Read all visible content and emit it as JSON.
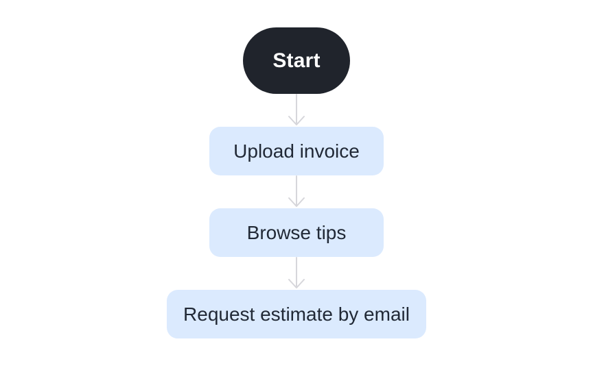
{
  "page": {
    "background_color": "#ffffff"
  },
  "flowchart": {
    "type": "flowchart",
    "direction": "top-down",
    "arrow_color": "#d6d6db",
    "nodes": [
      {
        "id": "start",
        "label": "Start",
        "shape": "stadium",
        "fill": "#20242c",
        "text_color": "#ffffff"
      },
      {
        "id": "upload-invoice",
        "label": "Upload invoice",
        "shape": "rounded-rectangle",
        "fill": "#dbeafe",
        "text_color": "#212936"
      },
      {
        "id": "browse-tips",
        "label": "Browse tips",
        "shape": "rounded-rectangle",
        "fill": "#dbeafe",
        "text_color": "#212936"
      },
      {
        "id": "request-estimate",
        "label": "Request estimate by email",
        "shape": "rounded-rectangle",
        "fill": "#dbeafe",
        "text_color": "#212936"
      }
    ],
    "edges": [
      {
        "from": "start",
        "to": "upload-invoice"
      },
      {
        "from": "upload-invoice",
        "to": "browse-tips"
      },
      {
        "from": "browse-tips",
        "to": "request-estimate"
      }
    ]
  }
}
